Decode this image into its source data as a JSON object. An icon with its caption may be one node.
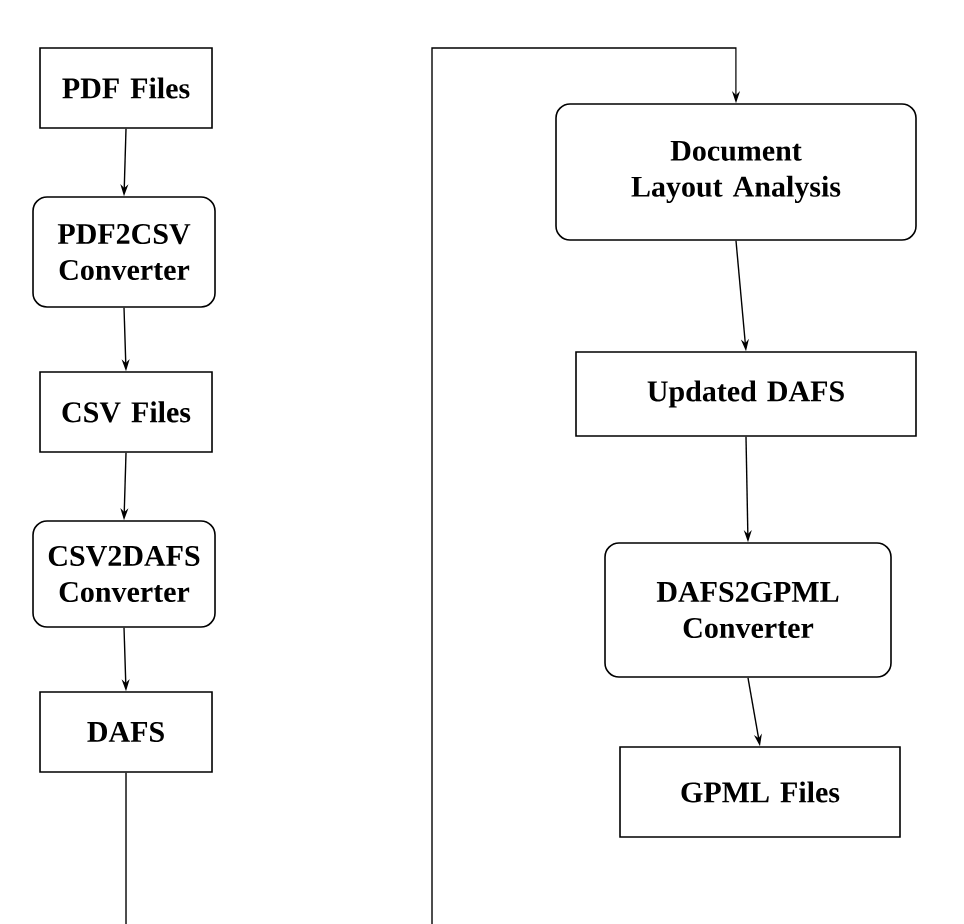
{
  "diagram": {
    "nodes": [
      {
        "text": [
          "PDF Files"
        ]
      },
      {
        "text": [
          "PDF2CSV Converter"
        ]
      },
      {
        "text": [
          "CSV Files"
        ]
      },
      {
        "text": [
          "CSV2DAFS Converter"
        ]
      },
      {
        "text": [
          "DAFS"
        ]
      },
      {
        "text": [
          "Document Layout Analysis"
        ]
      },
      {
        "text": [
          "Updated DAFS"
        ]
      },
      {
        "text": [
          "DAFS2GPML Converter"
        ]
      },
      {
        "text": [
          "GPML Files"
        ]
      }
    ],
    "edges": [
      {
        "from": 0,
        "to": 1,
        "arrow": "to"
      },
      {
        "from": 1,
        "to": 2,
        "arrow": "to"
      },
      {
        "from": 2,
        "to": 3,
        "arrow": "to"
      },
      {
        "from": 3,
        "to": 4,
        "arrow": "to"
      },
      {
        "from": 4,
        "to": null,
        "arrow": "none"
      },
      {
        "from": null,
        "to": 5,
        "arrow": "to"
      },
      {
        "from": 5,
        "to": 6,
        "arrow": "to"
      },
      {
        "from": 6,
        "to": 7,
        "arrow": "to"
      },
      {
        "from": 7,
        "to": 8,
        "arrow": "to"
      }
    ]
  }
}
